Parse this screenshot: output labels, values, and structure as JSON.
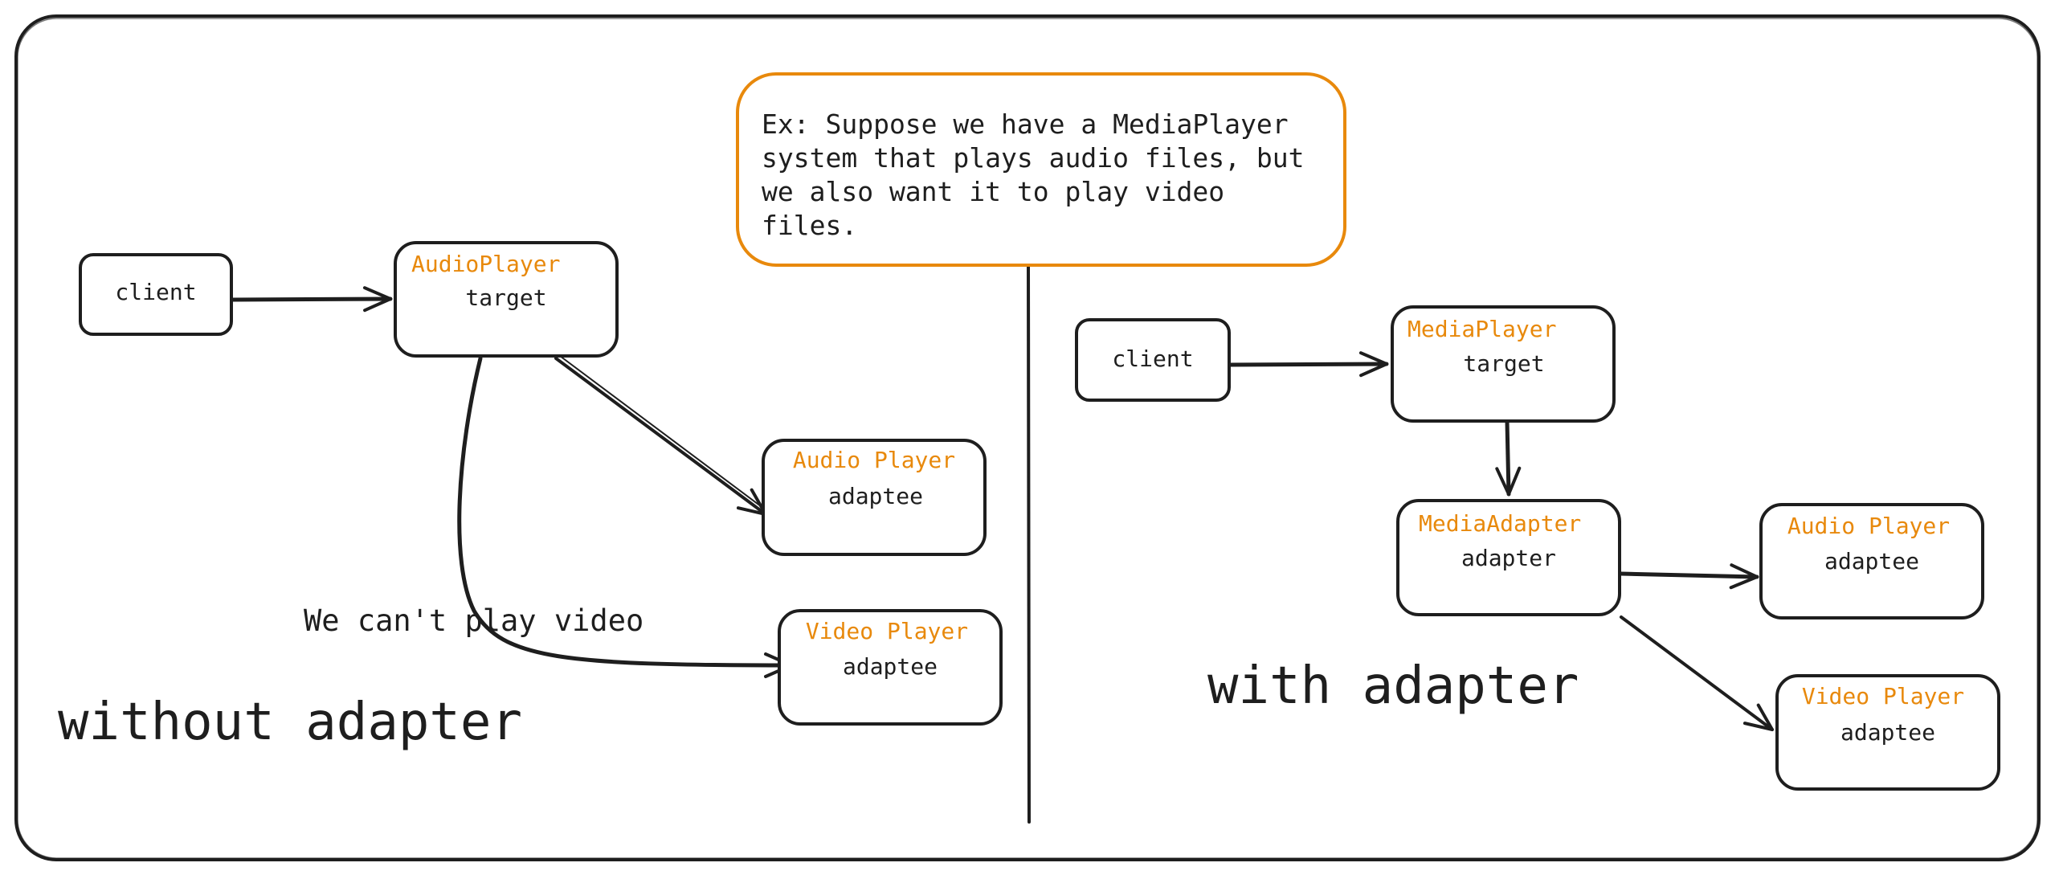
{
  "colors": {
    "accent": "#e8890c",
    "ink": "#1e1e1e",
    "background": "#ffffff"
  },
  "note": {
    "lines": [
      "Ex: Suppose we have a MediaPlayer",
      "system that plays audio files, but",
      "we also want it to play video",
      "files."
    ]
  },
  "left": {
    "heading": "without adapter",
    "client": "client",
    "target": {
      "name": "AudioPlayer",
      "role": "target"
    },
    "audio": {
      "name": "Audio Player",
      "role": "adaptee"
    },
    "video": {
      "name": "Video Player",
      "role": "adaptee"
    },
    "annotation": "We can't play video"
  },
  "right": {
    "heading": "with adapter",
    "client": "client",
    "target": {
      "name": "MediaPlayer",
      "role": "target"
    },
    "adapter": {
      "name": "MediaAdapter",
      "role": "adapter"
    },
    "audio": {
      "name": "Audio Player",
      "role": "adaptee"
    },
    "video": {
      "name": "Video Player",
      "role": "adaptee"
    }
  }
}
